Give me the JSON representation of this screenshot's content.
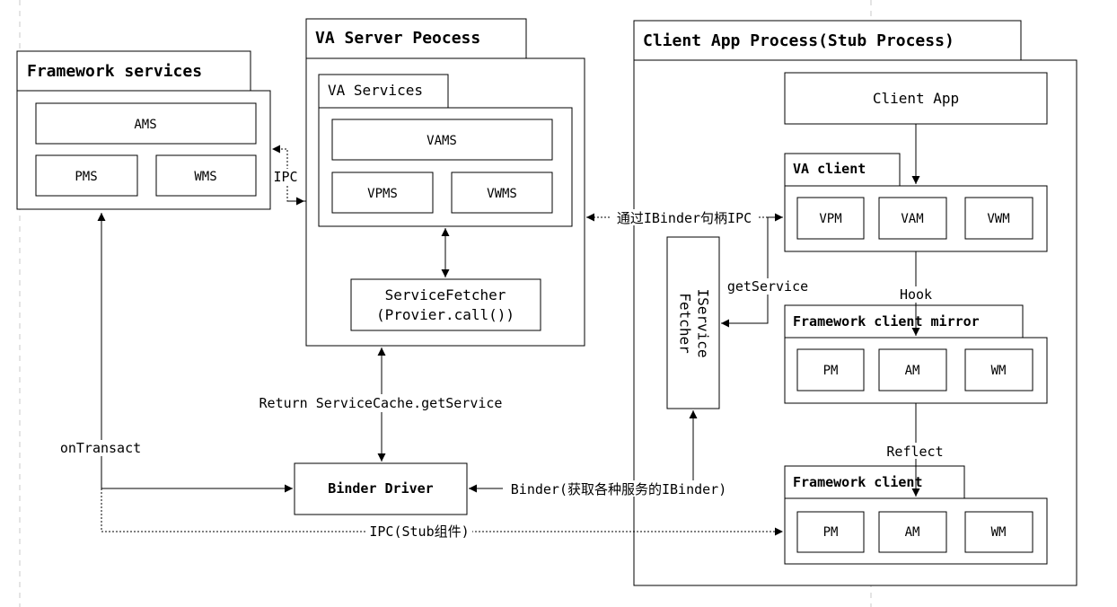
{
  "framework_services": {
    "title": "Framework services",
    "ams": "AMS",
    "pms": "PMS",
    "wms": "WMS"
  },
  "va_server": {
    "title": "VA Server Peocess",
    "services_title": "VA Services",
    "vams": "VAMS",
    "vpms": "VPMS",
    "vwms": "VWMS",
    "fetcher_line1": "ServiceFetcher",
    "fetcher_line2": "(Provier.call())"
  },
  "client_process": {
    "title": "Client App Process(Stub Process)",
    "client_app": "Client App",
    "va_client_title": "VA client",
    "vpm": "VPM",
    "vam": "VAM",
    "vwm": "VWM",
    "iservice_fetcher_line1": "IService",
    "iservice_fetcher_line2": "Fetcher",
    "mirror_title": "Framework client mirror",
    "mirror_pm": "PM",
    "mirror_am": "AM",
    "mirror_wm": "WM",
    "client_title": "Framework client",
    "client_pm": "PM",
    "client_am": "AM",
    "client_wm": "WM"
  },
  "binder_driver": "Binder Driver",
  "edges": {
    "ipc": "IPC",
    "ibinder_ipc": "通过IBinder句柄IPC",
    "get_service": "getService",
    "hook": "Hook",
    "reflect": "Reflect",
    "return_service_cache": "Return ServiceCache.getService",
    "on_transact": "onTransact",
    "binder_services": "Binder(获取各种服务的IBinder)",
    "ipc_stub": "IPC(Stub组件)"
  }
}
